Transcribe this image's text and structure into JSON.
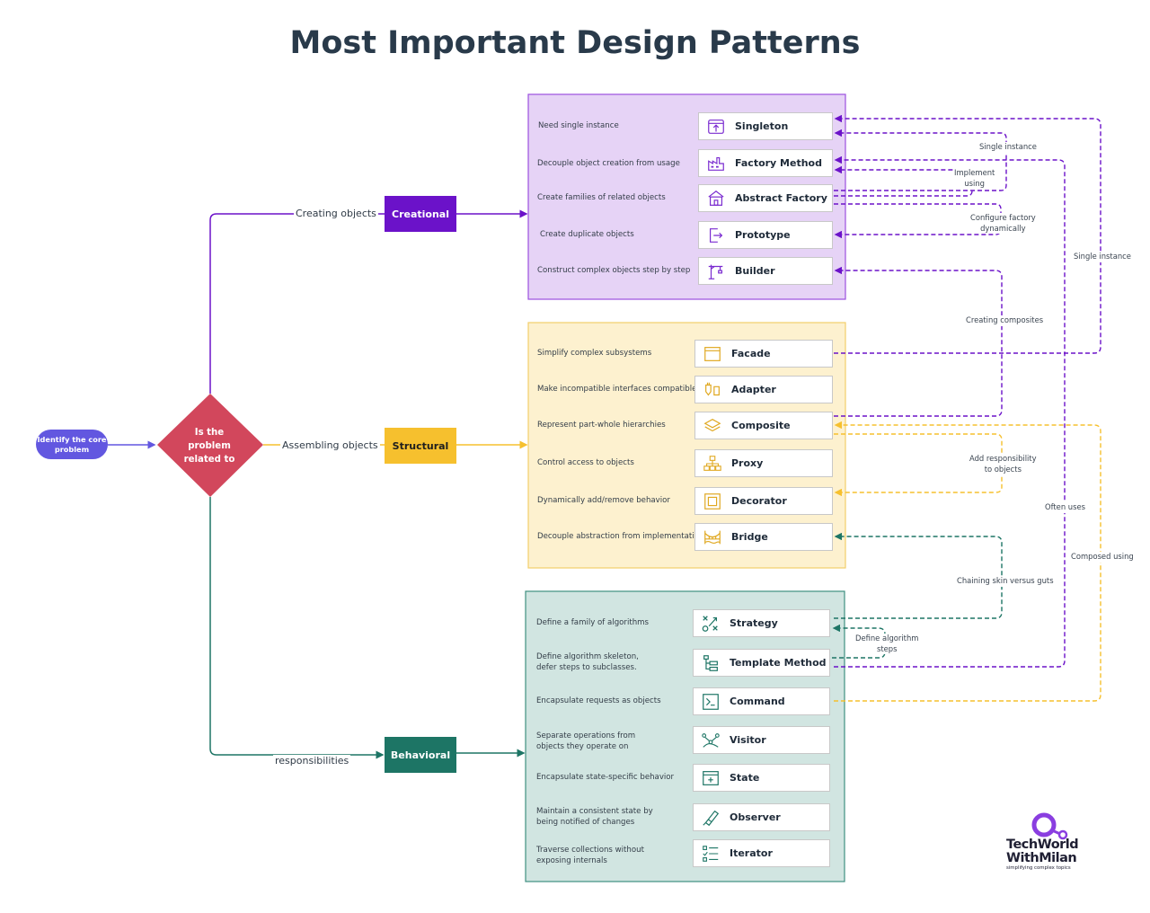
{
  "title": "Most Important Design Patterns",
  "start": {
    "label": "Identify the core\nproblem",
    "color": "#6257e0"
  },
  "decision": {
    "label": "Is the\nproblem\nrelated to",
    "color": "#d2475c"
  },
  "colors": {
    "creational": "#6b12c9",
    "structural": "#f6c02e",
    "behavioral": "#1d7565",
    "creational_bg": "#e6d3f6",
    "structural_bg": "#fdf1cf",
    "behavioral_bg": "#d1e5e1"
  },
  "branches": {
    "creational": {
      "edge_label": "Creating objects",
      "category": "Creational"
    },
    "structural": {
      "edge_label": "Assembling objects",
      "category": "Structural"
    },
    "behavioral": {
      "edge_label": "responsibilities",
      "category": "Behavioral"
    }
  },
  "creational": [
    {
      "desc": "Need single instance",
      "name": "Singleton",
      "icon": "singleton-icon"
    },
    {
      "desc": "Decouple object creation from usage",
      "name": "Factory Method",
      "icon": "factory-icon"
    },
    {
      "desc": "Create families of related objects",
      "name": "Abstract Factory",
      "icon": "building-icon"
    },
    {
      "desc": "Create duplicate objects",
      "name": "Prototype",
      "icon": "copy-icon"
    },
    {
      "desc": "Construct complex objects step by step",
      "name": "Builder",
      "icon": "crane-icon"
    }
  ],
  "structural": [
    {
      "desc": "Simplify complex subsystems",
      "name": "Facade",
      "icon": "window-icon"
    },
    {
      "desc": "Make incompatible interfaces compatible",
      "name": "Adapter",
      "icon": "plug-icon"
    },
    {
      "desc": "Represent part-whole hierarchies",
      "name": "Composite",
      "icon": "layers-icon"
    },
    {
      "desc": "Control access to objects",
      "name": "Proxy",
      "icon": "network-icon"
    },
    {
      "desc": "Dynamically add/remove behavior",
      "name": "Decorator",
      "icon": "frame-icon"
    },
    {
      "desc": "Decouple abstraction from implementation",
      "name": "Bridge",
      "icon": "bridge-icon"
    }
  ],
  "behavioral": [
    {
      "desc": "Define a family of algorithms",
      "name": "Strategy",
      "icon": "strategy-icon"
    },
    {
      "desc": "Define algorithm skeleton,\ndefer steps to subclasses.",
      "name": "Template Method",
      "icon": "template-icon"
    },
    {
      "desc": "Encapsulate requests as objects",
      "name": "Command",
      "icon": "terminal-icon"
    },
    {
      "desc": "Separate operations from\nobjects they operate on",
      "name": "Visitor",
      "icon": "path-icon"
    },
    {
      "desc": "Encapsulate state-specific behavior",
      "name": "State",
      "icon": "state-icon"
    },
    {
      "desc": "Maintain a consistent state by\nbeing notified of changes",
      "name": "Observer",
      "icon": "telescope-icon"
    },
    {
      "desc": "Traverse collections without\nexposing internals",
      "name": "Iterator",
      "icon": "checklist-icon"
    }
  ],
  "relations": {
    "single_instance_1": "Single instance",
    "implement_using": "Implement\nusing",
    "configure_factory": "Configure factory\ndynamically",
    "single_instance_2": "Single instance",
    "creating_composites": "Creating composites",
    "add_responsibility": "Add responsibility\nto objects",
    "often_uses": "Often uses",
    "composed_using": "Composed using",
    "chaining_skin": "Chaining skin versus guts",
    "define_algorithm_steps": "Define algorithm\nsteps"
  },
  "logo": {
    "line1": "TechWorld",
    "line2": "WithMilan",
    "tagline": "simplifying complex topics"
  }
}
